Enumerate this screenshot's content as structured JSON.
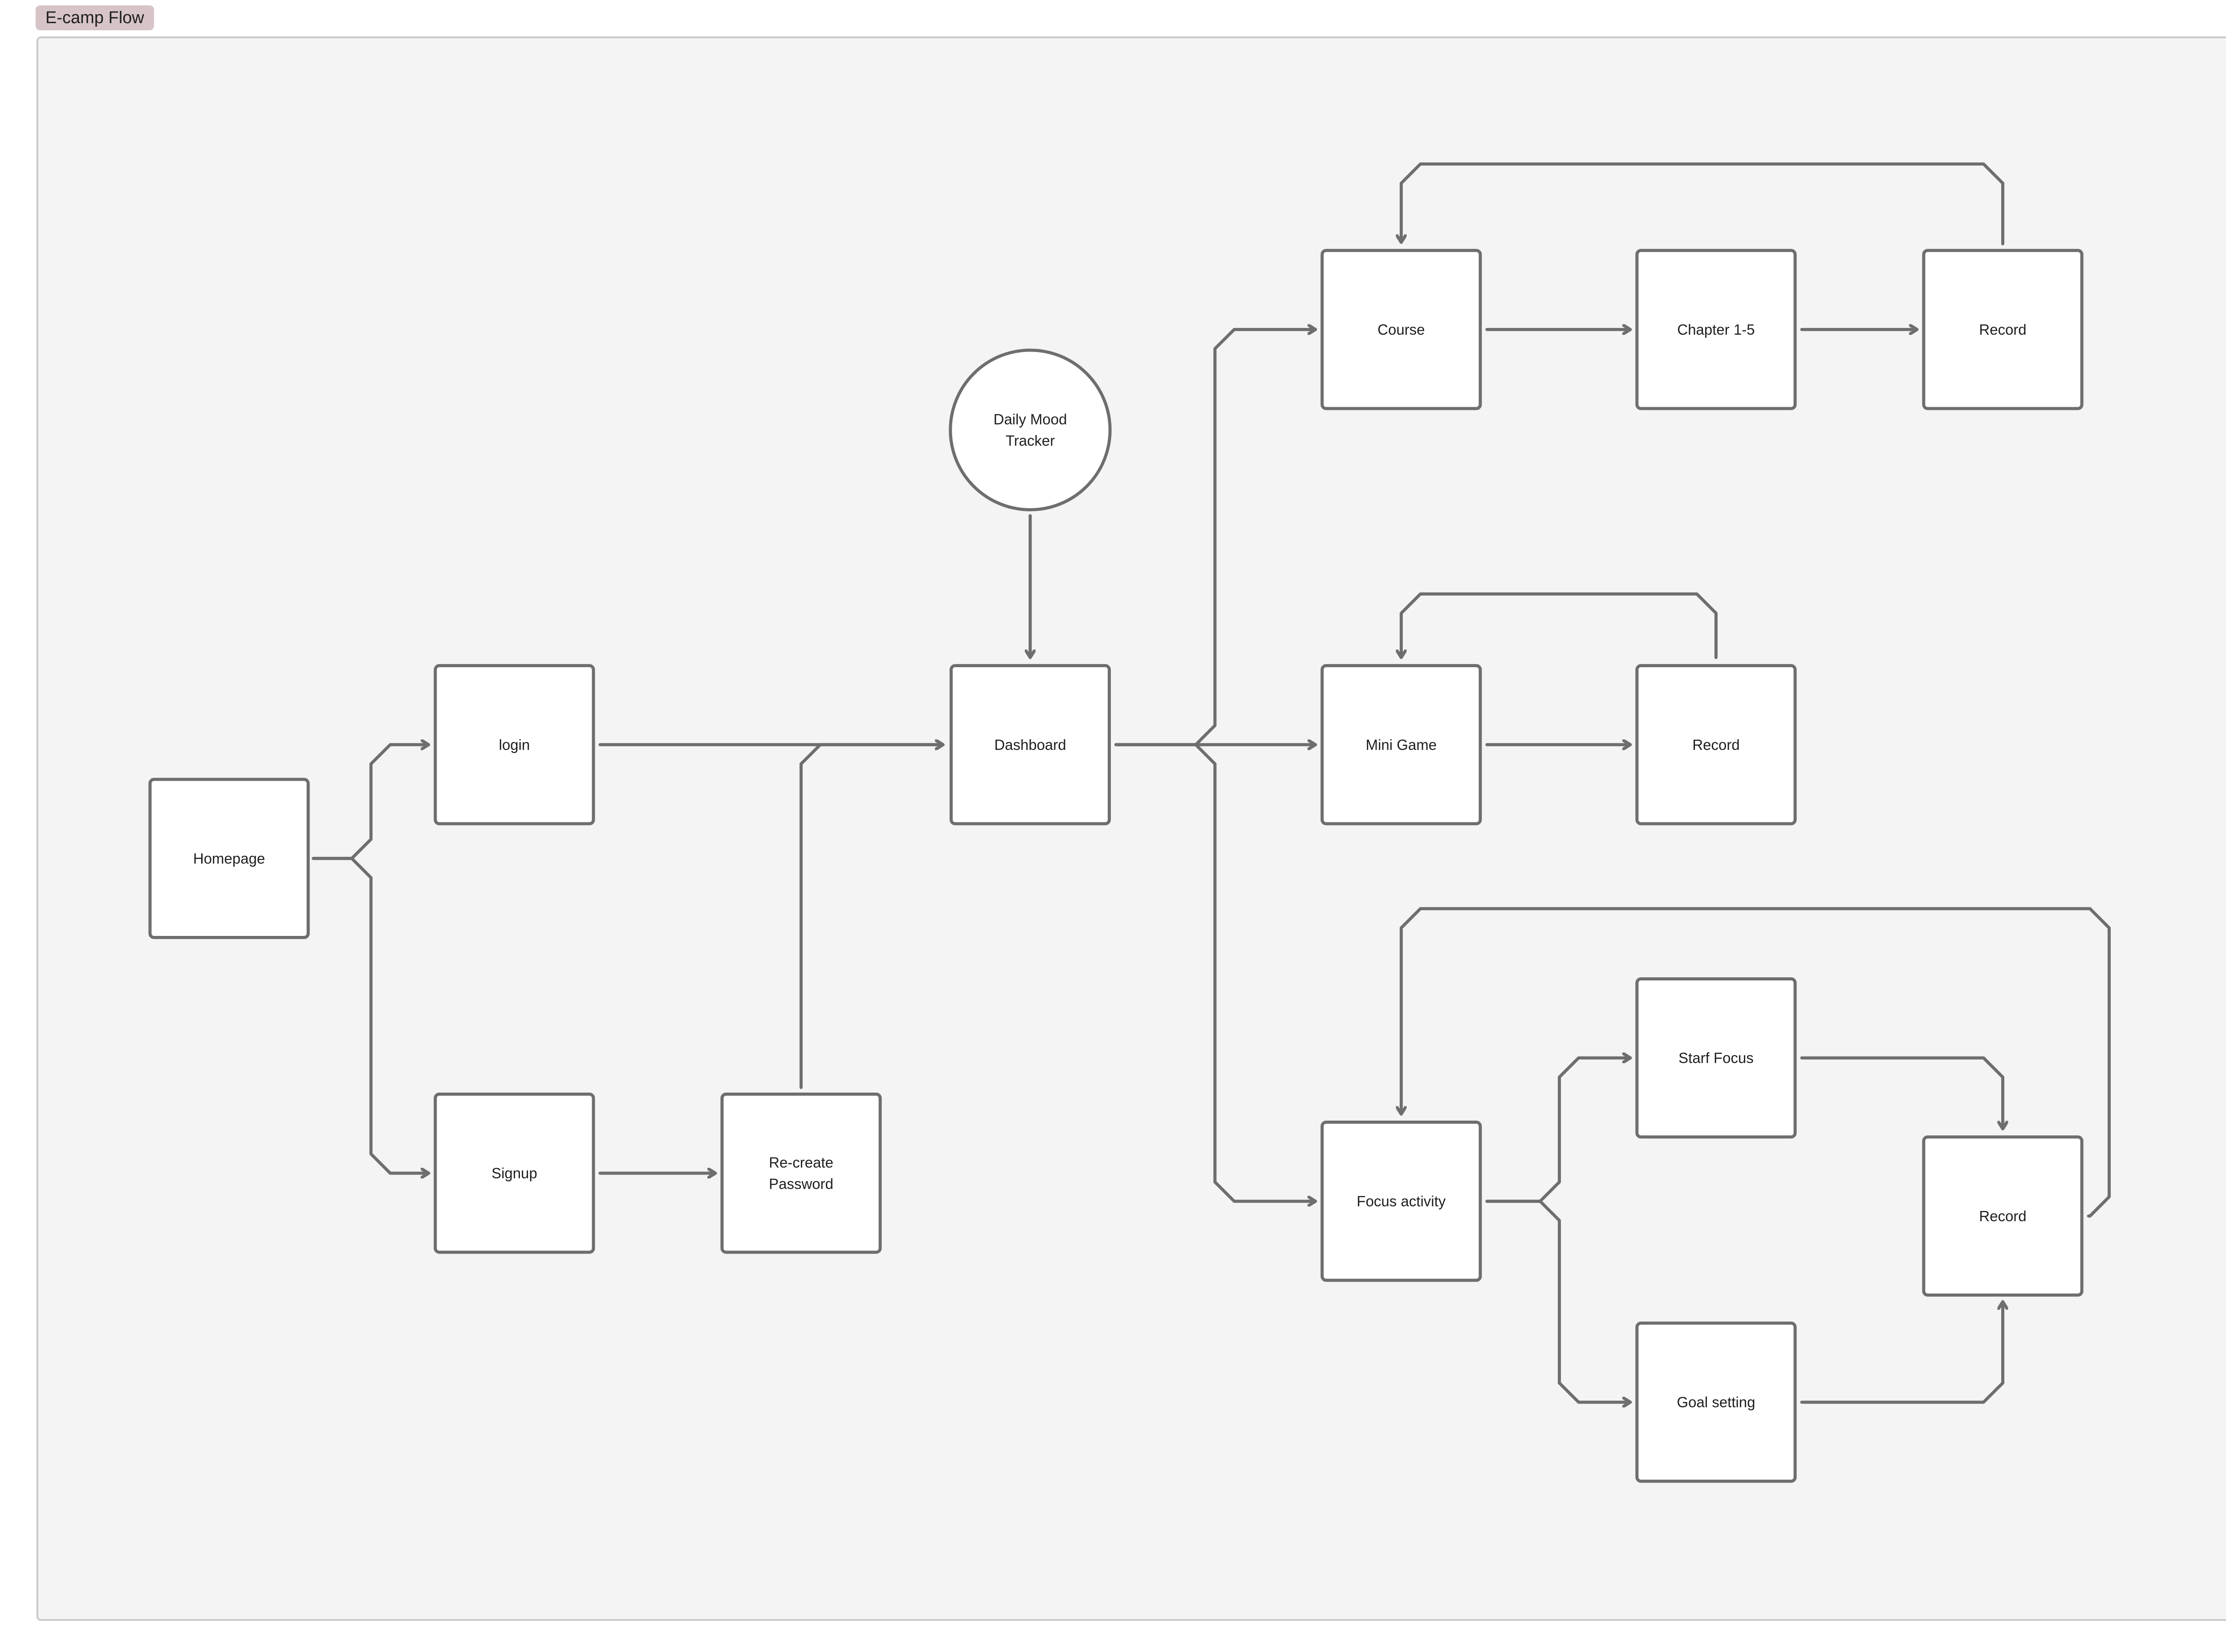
{
  "frame": {
    "title": "E-camp Flow"
  },
  "colors": {
    "canvas": "#f4f4f4",
    "tag": "#d6c4c7",
    "node_fill": "#ffffff",
    "stroke": "#6e6e6e"
  },
  "nodes": [
    {
      "id": "homepage",
      "shape": "rect",
      "lines": [
        "Homepage"
      ]
    },
    {
      "id": "login",
      "shape": "rect",
      "lines": [
        "login"
      ]
    },
    {
      "id": "signup",
      "shape": "rect",
      "lines": [
        "Signup"
      ]
    },
    {
      "id": "recreate-password",
      "shape": "rect",
      "lines": [
        "Re-create",
        "Password"
      ]
    },
    {
      "id": "daily-mood-tracker",
      "shape": "circle",
      "lines": [
        "Daily Mood",
        "Tracker"
      ]
    },
    {
      "id": "dashboard",
      "shape": "rect",
      "lines": [
        "Dashboard"
      ]
    },
    {
      "id": "course",
      "shape": "rect",
      "lines": [
        "Course"
      ]
    },
    {
      "id": "chapter",
      "shape": "rect",
      "lines": [
        "Chapter 1-5"
      ]
    },
    {
      "id": "course-record",
      "shape": "rect",
      "lines": [
        "Record"
      ]
    },
    {
      "id": "mini-game",
      "shape": "rect",
      "lines": [
        "Mini Game"
      ]
    },
    {
      "id": "game-record",
      "shape": "rect",
      "lines": [
        "Record"
      ]
    },
    {
      "id": "focus-activity",
      "shape": "rect",
      "lines": [
        "Focus activity"
      ]
    },
    {
      "id": "start-focus",
      "shape": "rect",
      "lines": [
        "Starf Focus"
      ]
    },
    {
      "id": "goal-setting",
      "shape": "rect",
      "lines": [
        "Goal setting"
      ]
    },
    {
      "id": "focus-record",
      "shape": "rect",
      "lines": [
        "Record"
      ]
    }
  ],
  "edges": [
    {
      "from": "homepage",
      "to": "login"
    },
    {
      "from": "homepage",
      "to": "signup"
    },
    {
      "from": "login",
      "to": "dashboard"
    },
    {
      "from": "signup",
      "to": "recreate-password"
    },
    {
      "from": "recreate-password",
      "to": "dashboard"
    },
    {
      "from": "daily-mood-tracker",
      "to": "dashboard"
    },
    {
      "from": "dashboard",
      "to": "course"
    },
    {
      "from": "dashboard",
      "to": "mini-game"
    },
    {
      "from": "dashboard",
      "to": "focus-activity"
    },
    {
      "from": "course",
      "to": "chapter"
    },
    {
      "from": "chapter",
      "to": "course-record"
    },
    {
      "from": "course-record",
      "to": "course"
    },
    {
      "from": "mini-game",
      "to": "game-record"
    },
    {
      "from": "game-record",
      "to": "mini-game"
    },
    {
      "from": "focus-activity",
      "to": "start-focus"
    },
    {
      "from": "focus-activity",
      "to": "goal-setting"
    },
    {
      "from": "start-focus",
      "to": "focus-record"
    },
    {
      "from": "goal-setting",
      "to": "focus-record"
    },
    {
      "from": "focus-record",
      "to": "focus-activity"
    }
  ]
}
